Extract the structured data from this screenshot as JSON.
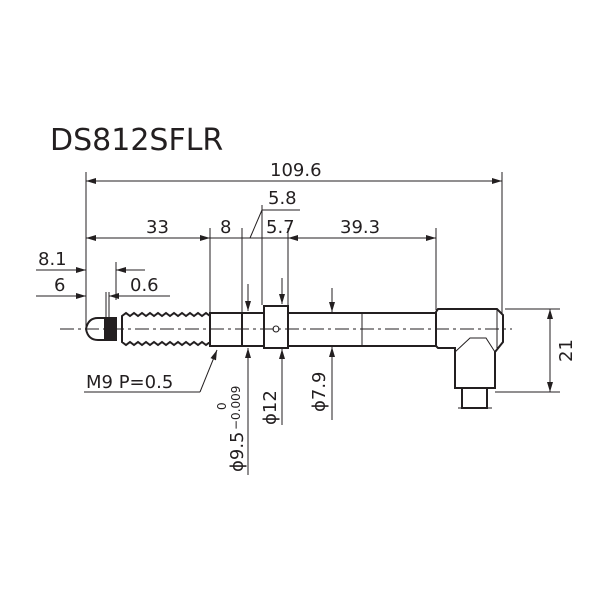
{
  "title": "DS812SFLR",
  "dimensions": {
    "overall_length": "109.6",
    "d33": "33",
    "d8": "8",
    "d5_8": "5.8",
    "d5_7": "5.7",
    "d39_3": "39.3",
    "d8_1": "8.1",
    "d6": "6",
    "d0_6": "0.6",
    "height": "21",
    "thread": "M9 P=0.5",
    "dia_stem": "ϕ9.5",
    "dia_stem_tol_upper": "0",
    "dia_stem_tol_lower": "−0.009",
    "dia_collar": "ϕ12",
    "dia_spindle": "ϕ7.9"
  }
}
